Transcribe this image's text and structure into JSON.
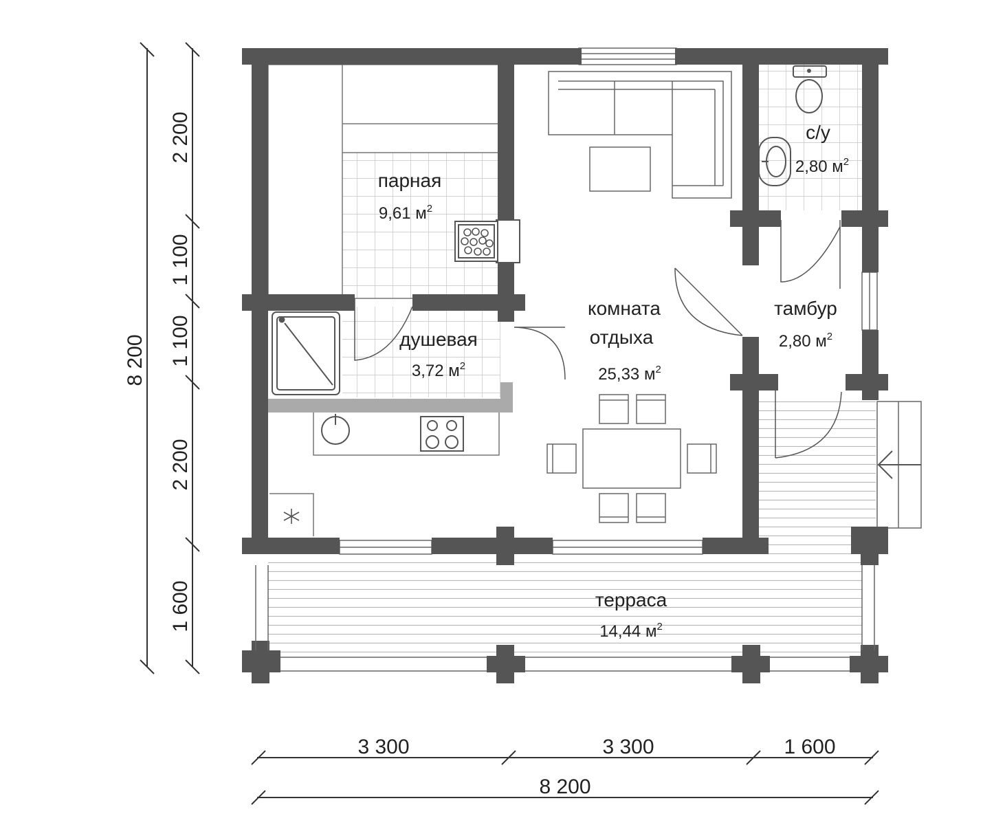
{
  "colors": {
    "wall": "#555555",
    "line": "#666666",
    "tile": "#c8c8c8",
    "background": "#ffffff"
  },
  "area_unit": "м",
  "area_exp": "2",
  "rooms": {
    "steam": {
      "name": "парная",
      "area": "9,61"
    },
    "shower": {
      "name": "душевая",
      "area": "3,72"
    },
    "lounge": {
      "line1": "комната",
      "line2": "отдыха",
      "area": "25,33"
    },
    "wc": {
      "name": "с/у",
      "area": "2,80"
    },
    "vestibule": {
      "name": "тамбур",
      "area": "2,80"
    },
    "terrace": {
      "name": "терраса",
      "area": "14,44"
    }
  },
  "dimensions": {
    "total_vertical": "8 200",
    "vertical": [
      "2 200",
      "1 100",
      "1 100",
      "2 200",
      "1 600"
    ],
    "horizontal": [
      "3 300",
      "3 300",
      "1 600"
    ],
    "total_horizontal": "8 200"
  },
  "icons": [
    "toilet-icon",
    "sink-icon",
    "sauna-stove-icon",
    "shower-tray-icon",
    "kitchen-sink-icon",
    "cooktop-icon",
    "fridge-icon",
    "corner-sofa-icon",
    "coffee-table-icon",
    "dining-table-icon",
    "chair-icon",
    "door-swing-icon",
    "entrance-arrow-icon"
  ]
}
